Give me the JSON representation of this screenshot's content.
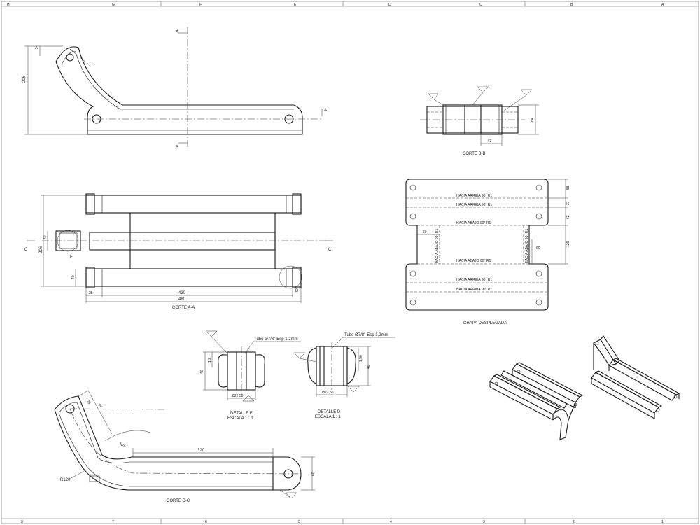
{
  "views": {
    "corte_bb": "CORTE B-B",
    "corte_aa": "CORTE A-A",
    "corte_cc": "CORTE C-C",
    "chapa": "CHAPA DESPLEGADA",
    "detalle_e": "DETALLE E",
    "detalle_d": "DETALLE D",
    "escala": "ESCALA 1 : 1"
  },
  "tubo_note": "Tubo Ø7/8\"-Esp 1,2mm",
  "section_letters": {
    "a": "A",
    "b": "B",
    "c": "C",
    "d": "D",
    "e": "E"
  },
  "dims": {
    "side_206": "206",
    "bb_64": "64",
    "bb_63": "63",
    "plan_206": "206",
    "plan_40a": "40",
    "plan_40b": "40",
    "plan_25": "25",
    "plan_430": "430",
    "plan_480": "480",
    "chapa_58": "58",
    "chapa_37": "37",
    "chapa_62": "62",
    "chapa_126": "126",
    "chapa_60a": "60",
    "chapa_60b": "60",
    "det_40a": "40",
    "det_12": "1,2",
    "det_2250a": "Ø22,50",
    "det_40b": "40",
    "det_150": "1,50",
    "det_2250b": "Ø22,50",
    "cc_25": "25",
    "cc_95": "95",
    "cc_110": "110°",
    "cc_320": "320",
    "cc_60": "60",
    "cc_r120": "R120"
  },
  "fold_labels": {
    "up1": "HACIA ARRIBA 90° R1",
    "up2": "HACIA ARRIBA 90° R1",
    "down1": "HACIA ABAJO 90° R1",
    "down2": "HACIA ABAJO 90° R1",
    "up3": "HACIA ARRIBA 90° R1",
    "up4": "HACIA ARRIBA 90° R1",
    "vleft": "HACIA ABAJO 90° R1",
    "vright": "HACIA ABAJO 90° R1"
  },
  "border_top": [
    "H",
    "G",
    "F",
    "E",
    "D",
    "C",
    "B",
    "A"
  ],
  "border_bottom": [
    "8",
    "7",
    "6",
    "5",
    "4",
    "3",
    "2",
    "1"
  ]
}
